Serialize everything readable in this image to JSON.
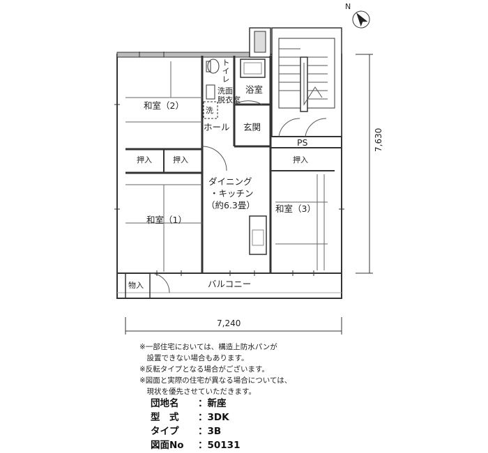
{
  "rooms": {
    "washitsu_2": "和室（2）",
    "toilet": "トイレ",
    "senmen": "洗面\n脱衣室",
    "bath": "浴室",
    "sen": "洗",
    "hall": "ホール",
    "genkan": "玄関",
    "ps": "PS",
    "oshiire_a": "押入",
    "oshiire_b": "押入",
    "oshiire_c": "押入",
    "dk_line1": "ダイニング",
    "dk_line2": "・キッチン",
    "dk_line3": "（約6.3畳）",
    "washitsu_1": "和室（1）",
    "washitsu_3": "和室（3）",
    "monoire": "物入",
    "balcony": "バルコニー"
  },
  "dimensions": {
    "width": "7,240",
    "depth": "7,630"
  },
  "compass": "N",
  "notes": [
    "※一部住宅においては、構造上防水パンが",
    "　設置できない場合もあります。",
    "※反転タイプとなる場合がございます。",
    "※図面と実際の住宅が異なる場合については、",
    "　現状を優先させていただきます。"
  ],
  "info": [
    {
      "key": "団地名",
      "value": "新座"
    },
    {
      "key": "型　式",
      "value": "3DK"
    },
    {
      "key": "タイプ",
      "value": "3B"
    },
    {
      "key": "図面No",
      "value": "50131"
    }
  ]
}
